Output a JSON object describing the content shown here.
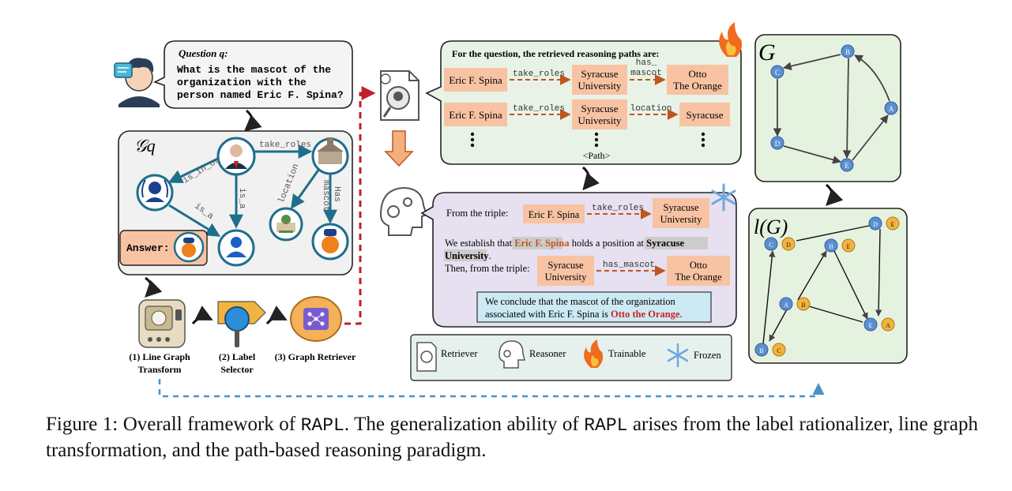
{
  "question": {
    "label": "Question q:",
    "lines": [
      "What is the mascot of the",
      "organization with the",
      "person named Eric F. Spina?"
    ]
  },
  "subgraph": {
    "symbol": "𝒢q",
    "edges": {
      "is_in_org": "is_in_org",
      "take_roles": "take_roles",
      "is_a_left": "is_a",
      "is_a_mid": "is_a",
      "location": "location",
      "has_mascot_1": "Has",
      "has_mascot_2": "mascot"
    },
    "answer_label": "Answer:"
  },
  "steps": [
    {
      "lines": [
        "(1) Line Graph",
        "Transform"
      ]
    },
    {
      "lines": [
        "(2) Label",
        "Selector"
      ]
    },
    {
      "lines": [
        "(3) Graph Retriever"
      ]
    }
  ],
  "paths_box": {
    "title": "For the question, the retrieved reasoning paths are:",
    "path1": {
      "n1": "Eric F. Spina",
      "e1": "take_roles",
      "n2a": "Syracuse",
      "n2b": "University",
      "e2a": "has_",
      "e2b": "mascot",
      "n3a": "Otto",
      "n3b": "The Orange"
    },
    "path2": {
      "n1": "Eric F. Spina",
      "e1": "take_roles",
      "n2a": "Syracuse",
      "n2b": "University",
      "e2": "location",
      "n3": "Syracuse"
    },
    "path_tag": "<Path>"
  },
  "reason_box": {
    "from_triple": "From the triple:",
    "t1": {
      "n1": "Eric F. Spina",
      "e": "take_roles",
      "n2a": "Syracuse",
      "n2b": "University"
    },
    "establish_pre": "We establish that ",
    "establish_name": "Eric F. Spina",
    "establish_mid": " holds a position at ",
    "establish_org1": "Syracuse",
    "establish_org2": "University",
    "establish_end": ".",
    "then_triple": "Then, from the triple:",
    "t2": {
      "n1a": "Syracuse",
      "n1b": "University",
      "e": "has_mascot",
      "n2a": "Otto",
      "n2b": "The Orange"
    },
    "conclude_line1": "We conclude that the mascot of the organization",
    "conclude_line2_pre": "associated with Eric F. Spina is ",
    "conclude_answer": "Otto the Orange",
    "conclude_end": "."
  },
  "legend": {
    "retriever": "Retriever",
    "reasoner": "Reasoner",
    "trainable": "Trainable",
    "frozen": "Frozen"
  },
  "graph_g": {
    "symbol": "G",
    "nodes": [
      "B",
      "C",
      "A",
      "D",
      "E"
    ]
  },
  "graph_lg": {
    "symbol": "l(G)",
    "pairs": [
      [
        "C",
        "D"
      ],
      [
        "D",
        "E"
      ],
      [
        "B",
        "E"
      ],
      [
        "A",
        "B"
      ],
      [
        "E",
        "A"
      ],
      [
        "B",
        "C"
      ]
    ]
  },
  "caption": {
    "part1": "Figure 1:  Overall framework of ",
    "name1": "RAPL",
    "part2": ". The generalization ability of ",
    "name2": "RAPL",
    "part3": " arises from the label rationalizer, line graph transformation, and the path-based reasoning paradigm."
  },
  "colors": {
    "node_fill": "#f8c3a3",
    "path_arrow": "#c0561e",
    "red_dashed": "#c0202a",
    "blue_dashed": "#4a90c8",
    "paths_bg": "#e8f2e6",
    "reason_bg": "#e6e0f0",
    "conclude_bg": "#cde9f3",
    "legend_bg": "#e6f1ee",
    "graph_bg": "#e6f2e0",
    "graph_node_blue": "#5b8fd0",
    "graph_node_orange": "#f2b43e",
    "teal_edge": "#1f6e8c"
  }
}
